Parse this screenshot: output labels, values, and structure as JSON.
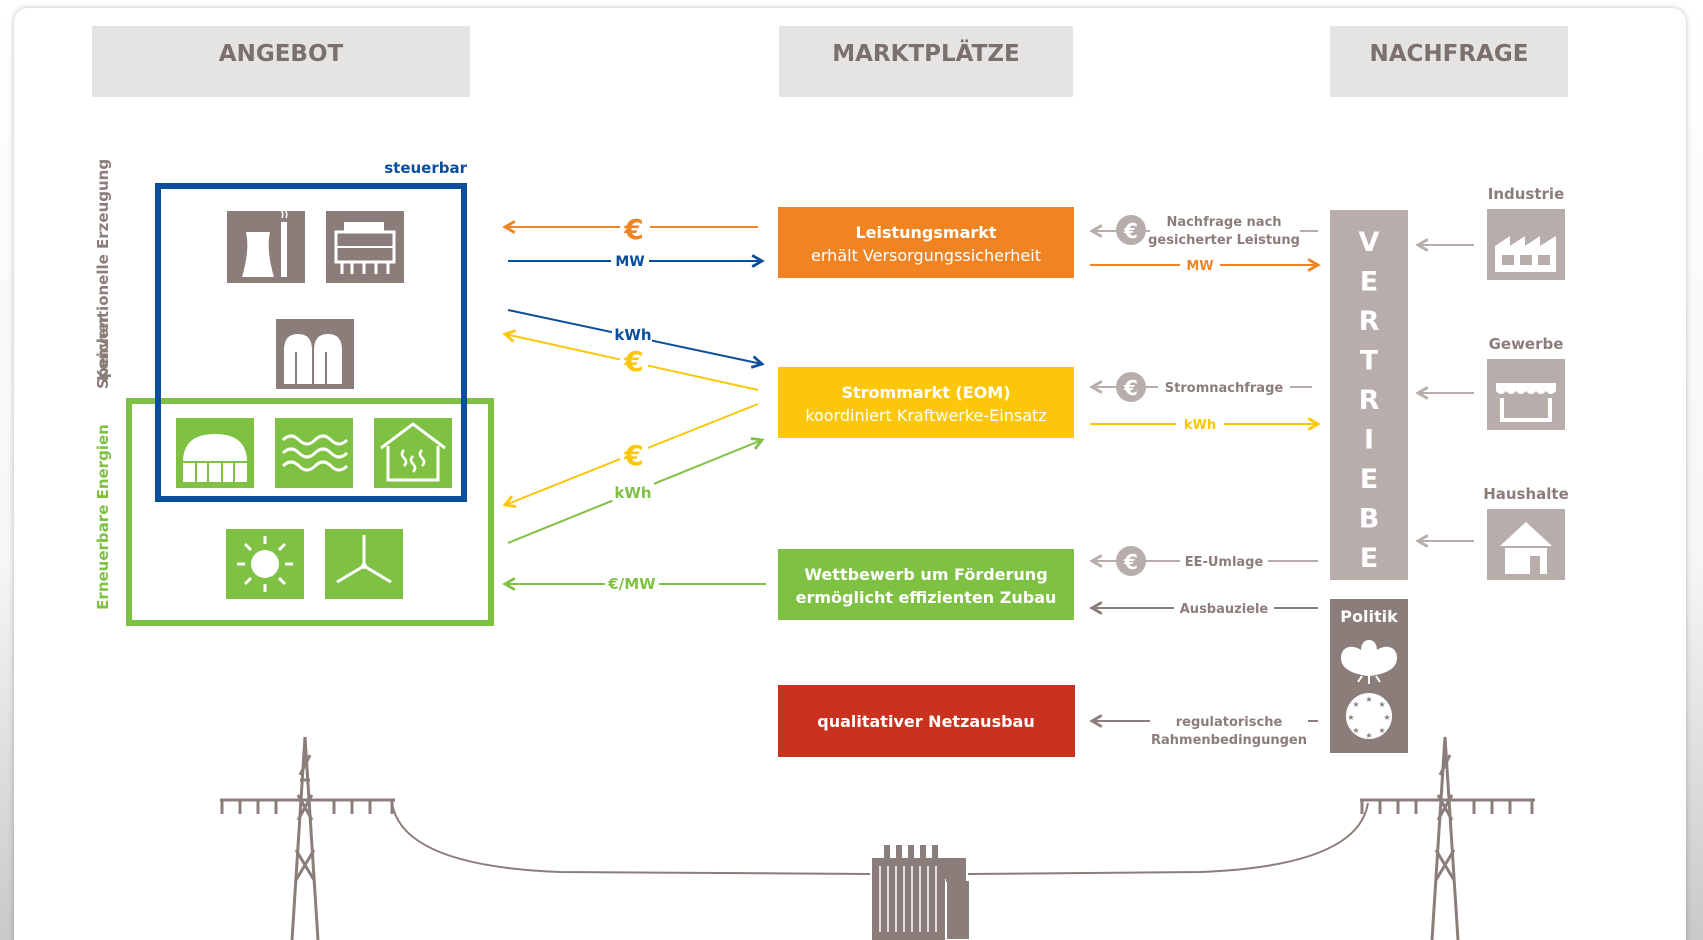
{
  "headers": {
    "supply": "ANGEBOT",
    "markets": "MARKTPLÄTZE",
    "demand": "NACHFRAGE"
  },
  "supply": {
    "controllable_label": "steuerbar",
    "groups": {
      "conventional": "Konventionelle Erzeugung",
      "storage": "Speicher",
      "renewable": "Erneuerbare Energien"
    },
    "icons": [
      "nuclear-plant-icon",
      "coal-plant-icon",
      "storage-icon",
      "biogas-icon",
      "hydro-icon",
      "geothermal-icon",
      "sun-icon",
      "wind-turbine-icon"
    ]
  },
  "flows": {
    "capacity_euro": "€",
    "capacity_mw": "MW",
    "energy_kwh": "kWh",
    "energy_euro": "€",
    "renewable_euro": "€",
    "renewable_kwh": "kWh",
    "subsidy": "€/MW"
  },
  "markets": {
    "capacity": {
      "line1": "Leistungsmarkt",
      "line2": "erhält Versorgungssicherheit",
      "color": "#f08423"
    },
    "energy": {
      "line1": "Strommarkt (EOM)",
      "line2": "koordiniert Kraftwerke-Einsatz",
      "color": "#fcc60a"
    },
    "subsidy": {
      "line1": "Wettbewerb um Förderung",
      "line2": "ermöglicht effizienten Zubau",
      "color": "#7fc143"
    },
    "grid": {
      "line1": "qualitativer Netzausbau",
      "color": "#c8321f"
    }
  },
  "demand_flows": {
    "capacity_demand_line1": "Nachfrage  nach",
    "capacity_demand_line2": "gesicherter Leistung",
    "capacity_mw": "MW",
    "energy_demand": "Stromnachfrage",
    "energy_kwh": "kWh",
    "levy": "EE-Umlage",
    "targets": "Ausbauziele",
    "regulatory_line1": "regulatorische",
    "regulatory_line2": "Rahmenbedingungen",
    "euro_symbol": "€"
  },
  "sales": {
    "letters": [
      "V",
      "E",
      "R",
      "T",
      "R",
      "I",
      "E",
      "B",
      "E"
    ]
  },
  "politics": {
    "label": "Politik"
  },
  "consumers": {
    "industry": "Industrie",
    "business": "Gewerbe",
    "households": "Haushalte"
  },
  "colors": {
    "orange": "#f08423",
    "blue": "#0b4f9c",
    "yellow": "#fcc60a",
    "green": "#7fc143",
    "red": "#c8321f",
    "brown": "#8b7e7a",
    "greytile": "#b7aeab",
    "header": "#e6e4e2",
    "headertext": "#7a706c"
  }
}
